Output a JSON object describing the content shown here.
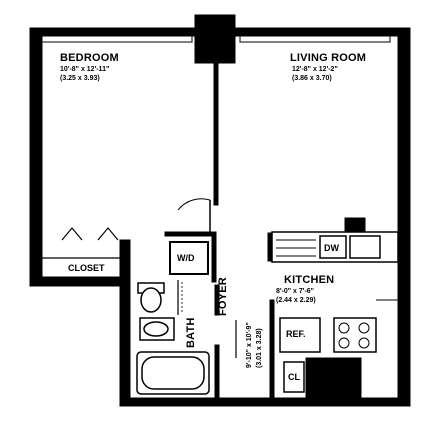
{
  "rooms": {
    "bedroom": {
      "name": "BEDROOM",
      "dim_imperial": "10'-8\" x 12'-11\"",
      "dim_metric": "(3.25 x 3.93)"
    },
    "living_room": {
      "name": "LIVING ROOM",
      "dim_imperial": "12'-8\" x 12'-2\"",
      "dim_metric": "(3.86 x 3.70)"
    },
    "kitchen": {
      "name": "KITCHEN",
      "dim_imperial": "8'-0\" x 7'-6\"",
      "dim_metric": "(2.44 x 2.29)"
    },
    "foyer": {
      "name": "FOYER",
      "dim_imperial": "9'-10\" x 10'-9\"",
      "dim_metric": "(3.01 x 3.28)"
    },
    "bath": {
      "name": "BATH"
    },
    "closet": {
      "name": "CLOSET"
    }
  },
  "appliances": {
    "washer_dryer": "W/D",
    "dishwasher": "DW",
    "refrigerator": "REF.",
    "closet_small": "CL"
  },
  "colors": {
    "wall": "#000000",
    "floor": "#ffffff"
  }
}
